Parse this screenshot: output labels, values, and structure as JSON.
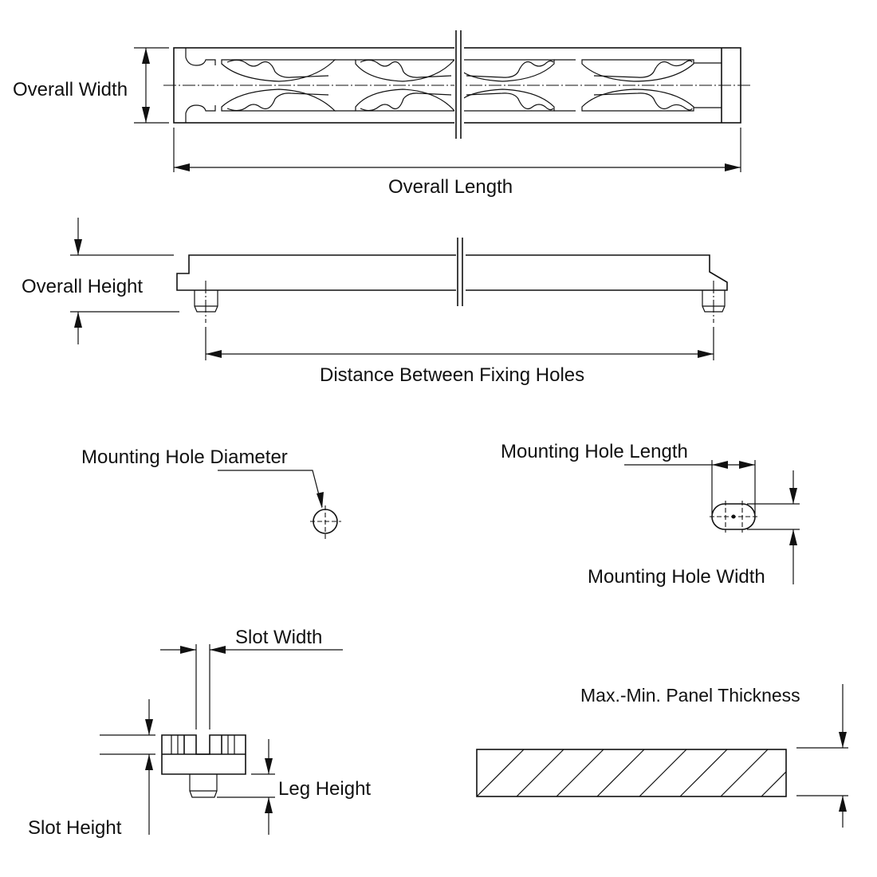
{
  "drawing": {
    "views": {
      "top_view": {
        "labels": {
          "overall_width": "Overall Width",
          "overall_length": "Overall Length"
        }
      },
      "side_view": {
        "labels": {
          "overall_height": "Overall Height",
          "distance_between_fixing_holes": "Distance Between Fixing Holes"
        }
      },
      "round_hole_detail": {
        "labels": {
          "mounting_hole_diameter": "Mounting Hole Diameter"
        }
      },
      "slot_hole_detail": {
        "labels": {
          "mounting_hole_length": "Mounting Hole Length",
          "mounting_hole_width": "Mounting Hole Width"
        }
      },
      "slot_detail": {
        "labels": {
          "slot_width": "Slot Width",
          "slot_height": "Slot Height",
          "leg_height": "Leg Height"
        }
      },
      "panel_detail": {
        "labels": {
          "panel_thickness": "Max.-Min. Panel Thickness"
        }
      }
    }
  }
}
